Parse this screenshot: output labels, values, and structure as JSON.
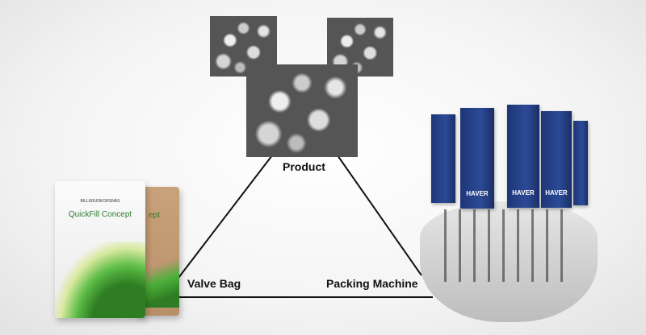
{
  "labels": {
    "product": "Product",
    "valve_bag": "Valve Bag",
    "packing_machine": "Packing Machine"
  },
  "bag": {
    "brand": "BILLERUDKORSNÄS",
    "product_name": "QuickFill Concept",
    "back_text": "ept"
  },
  "machine": {
    "brand": "HAVER"
  },
  "colors": {
    "line": "#111111",
    "machine_blue": "#2c4a96",
    "bag_green": "#3c9a2e"
  }
}
